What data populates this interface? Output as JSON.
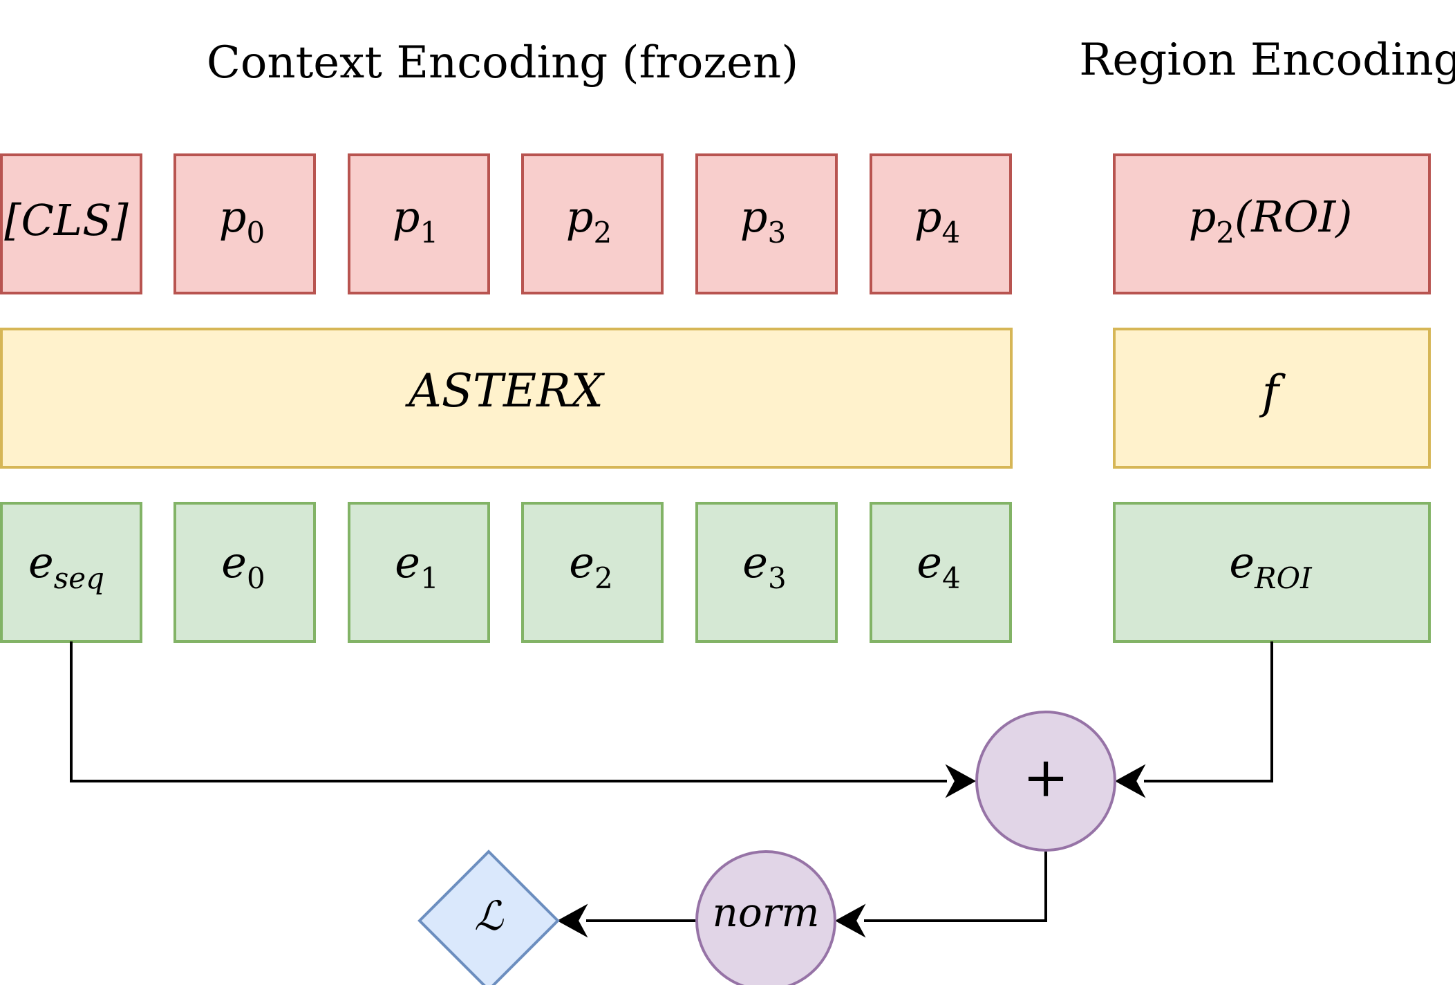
{
  "titles": {
    "context": "Context Encoding (frozen)",
    "region": "Region Encoding"
  },
  "inputs": [
    {
      "base": "[CLS]",
      "sub": ""
    },
    {
      "base": "p",
      "sub": "0"
    },
    {
      "base": "p",
      "sub": "1"
    },
    {
      "base": "p",
      "sub": "2"
    },
    {
      "base": "p",
      "sub": "3"
    },
    {
      "base": "p",
      "sub": "4"
    }
  ],
  "region_input": {
    "base": "p",
    "sub": "2",
    "suffix": "(ROI)"
  },
  "encoder": {
    "label": "ASTERX"
  },
  "region_encoder": {
    "label": "f"
  },
  "outputs": [
    {
      "base": "e",
      "sub": "seq"
    },
    {
      "base": "e",
      "sub": "0"
    },
    {
      "base": "e",
      "sub": "1"
    },
    {
      "base": "e",
      "sub": "2"
    },
    {
      "base": "e",
      "sub": "3"
    },
    {
      "base": "e",
      "sub": "4"
    }
  ],
  "region_output": {
    "base": "e",
    "sub": "ROI"
  },
  "plus": {
    "symbol": "+"
  },
  "norm": {
    "label": "norm"
  },
  "loss": {
    "symbol": "ℒ"
  },
  "colors": {
    "token_fill": "#f8cecc",
    "token_stroke": "#b85450",
    "encoder_fill": "#fff2cc",
    "encoder_stroke": "#d6b656",
    "embed_fill": "#d5e8d4",
    "embed_stroke": "#82b366",
    "op_fill": "#e1d5e7",
    "op_stroke": "#9673a6",
    "loss_fill": "#dae8fc",
    "loss_stroke": "#6c8ebf"
  }
}
